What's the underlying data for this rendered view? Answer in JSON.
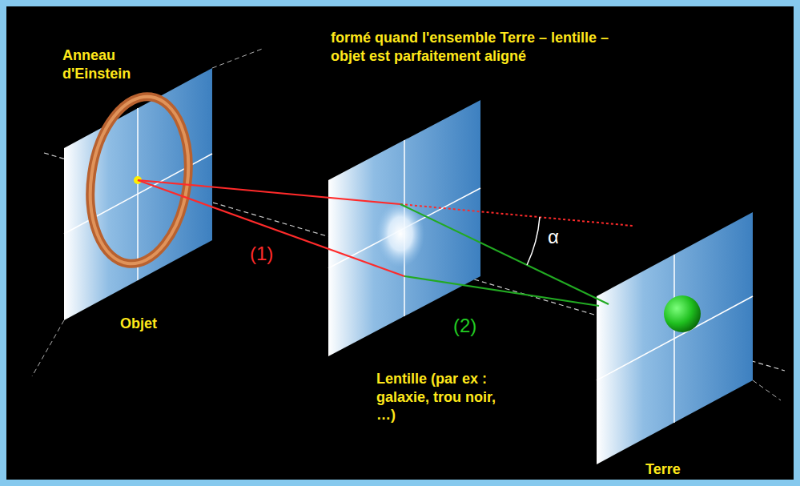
{
  "diagram": {
    "labels": [
      "Anneau d'Einstein",
      "formé quand l'ensemble Terre – lentille – objet est parfaitement aligné",
      "α",
      "(1)",
      "Objet",
      "(2)",
      "Lentille (par ex : galaxie, trou noir, …)",
      "Terre"
    ]
  }
}
